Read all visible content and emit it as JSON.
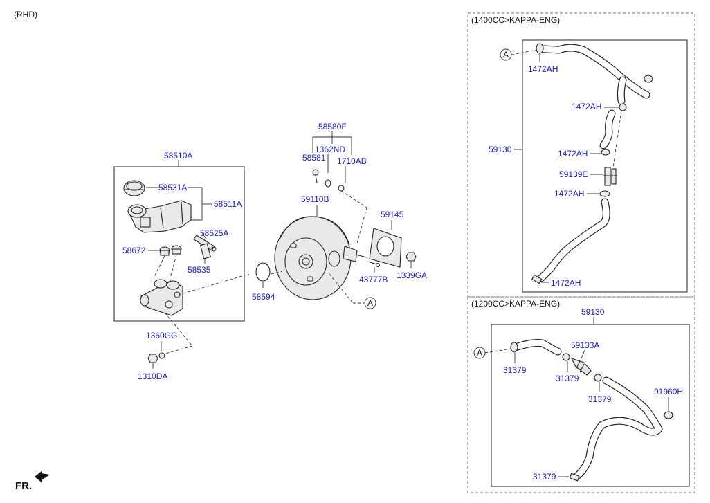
{
  "header": {
    "variant": "(RHD)"
  },
  "sections": {
    "kappa_1400": "(1400CC>KAPPA-ENG)",
    "kappa_1200": "(1200CC>KAPPA-ENG)"
  },
  "reference_marker": "A",
  "direction_label": "FR.",
  "parts": {
    "p58510A": "58510A",
    "p58531A": "58531A",
    "p58511A": "58511A",
    "p58525A": "58525A",
    "p58672": "58672",
    "p58535": "58535",
    "p1360GG": "1360GG",
    "p1310DA": "1310DA",
    "p58594": "58594",
    "p58580F": "58580F",
    "p1362ND": "1362ND",
    "p58581": "58581",
    "p1710AB": "1710AB",
    "p59110B": "59110B",
    "p59145": "59145",
    "p43777B": "43777B",
    "p1339GA": "1339GA",
    "p59130": "59130",
    "p1472AH": "1472AH",
    "p59139E": "59139E",
    "p59133A": "59133A",
    "p31379": "31379",
    "p91960H": "91960H"
  }
}
